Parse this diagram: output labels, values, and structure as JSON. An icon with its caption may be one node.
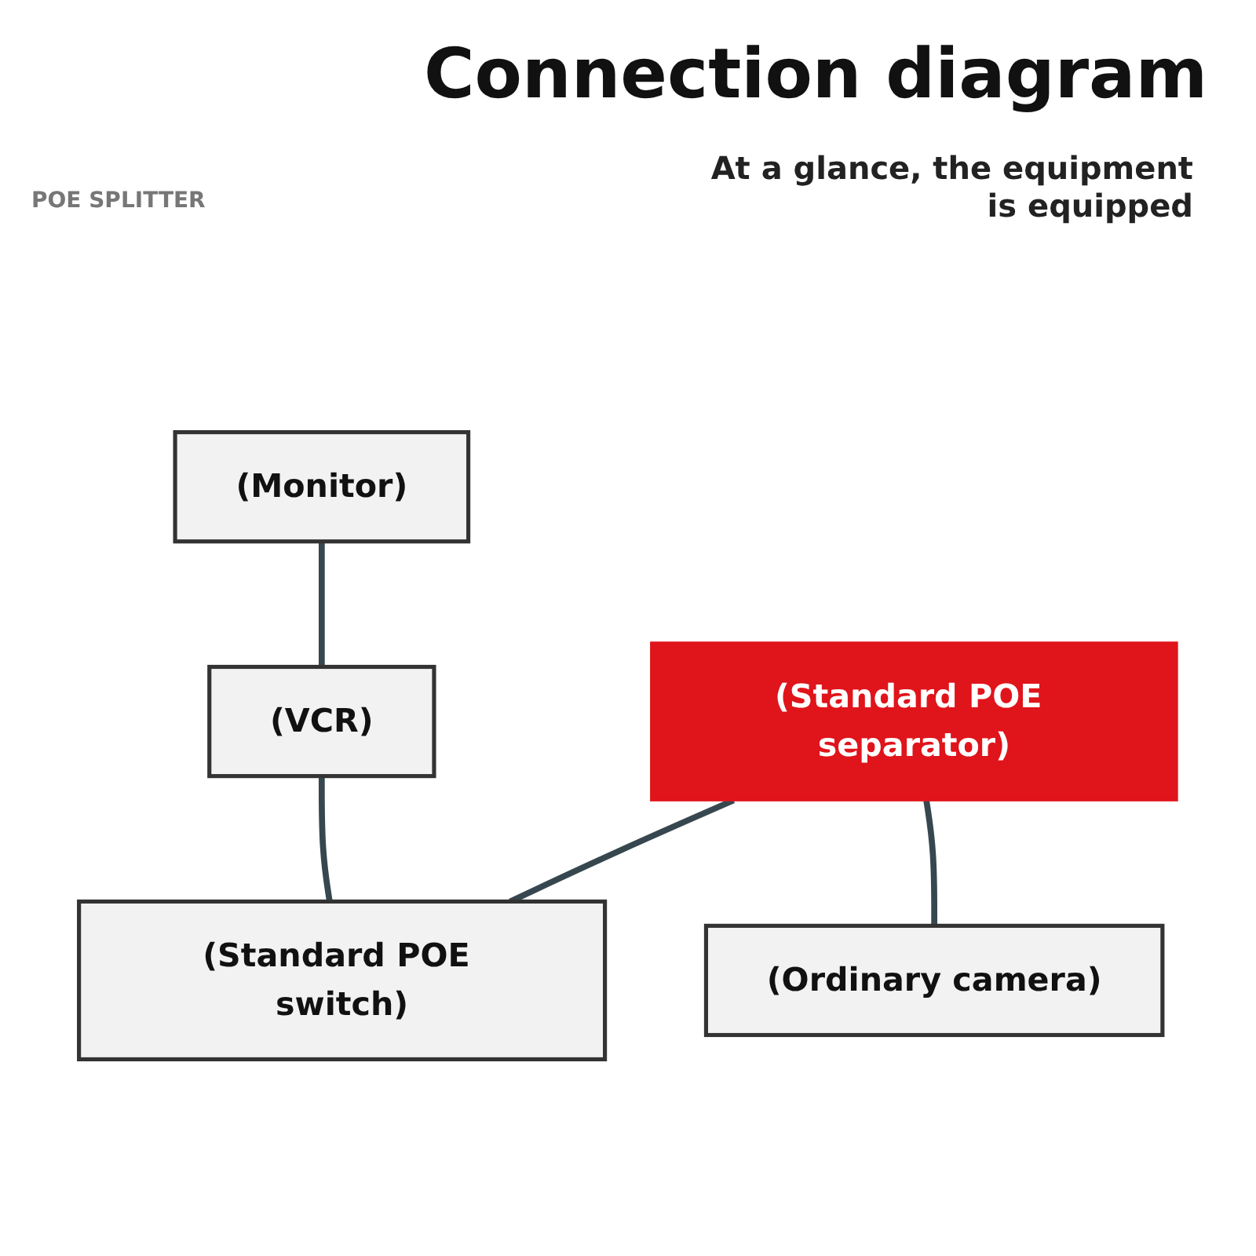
{
  "diagram": {
    "title": "Connection diagram",
    "nodes": [
      {
        "text": [
          "(Monitor)"
        ]
      },
      {
        "text": [
          "(VCR)"
        ]
      },
      {
        "text": [
          "(Standard POE separator)"
        ]
      },
      {
        "text": [
          "(Ordinary camera)"
        ]
      },
      {
        "text": [
          "(Standard POE switch)"
        ]
      }
    ],
    "edges": [
      {
        "from": 0,
        "to": 1,
        "arrow": "none"
      },
      {
        "from": 1,
        "to": 4,
        "arrow": "none"
      },
      {
        "from": 2,
        "to": 4,
        "arrow": "none"
      },
      {
        "from": 2,
        "to": 3,
        "arrow": "none"
      }
    ],
    "labels": [
      "At a glance, the equipment is equipped",
      "POE SPLITTER"
    ]
  }
}
